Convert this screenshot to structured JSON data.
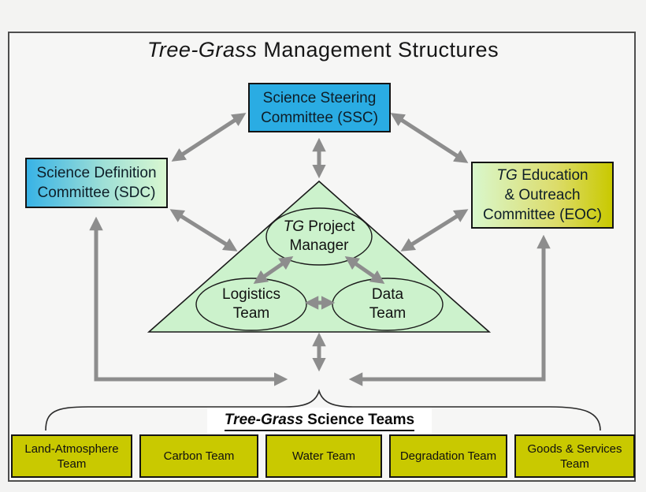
{
  "title": {
    "prefix_italic": "Tree-Grass",
    "rest": " Management Structures"
  },
  "nodes": {
    "ssc": {
      "line1": "Science Steering",
      "line2": "Committee (SSC)"
    },
    "sdc": {
      "line1": "Science Definition",
      "line2": "Committee (SDC)"
    },
    "eoc": {
      "tg_italic": "TG",
      "line1_rest": " Education",
      "line2": "& Outreach",
      "line3": "Committee (EOC)"
    },
    "pm": {
      "tg_italic": "TG",
      "line1_rest": " Project",
      "line2": "Manager"
    },
    "logistics": {
      "line1": "Logistics",
      "line2": "Team"
    },
    "data_team": {
      "line1": "Data",
      "line2": "Team"
    }
  },
  "science_teams": {
    "label_italic": "Tree-Grass",
    "label_rest": " Science Teams",
    "items": [
      "Land-Atmosphere Team",
      "Carbon Team",
      "Water Team",
      "Degradation Team",
      "Goods & Services Team"
    ]
  },
  "colors": {
    "ssc_fill": "#2aace3",
    "sdc_gradient": "#38b3e6 to #d9f7d0",
    "eoc_gradient": "#d9f7cc to #c9c900",
    "triangle_fill": "#ccf2cc",
    "team_box_fill": "#c9c900",
    "arrow_gray": "#8d8d8d",
    "frame_border": "#4e4e4e"
  }
}
